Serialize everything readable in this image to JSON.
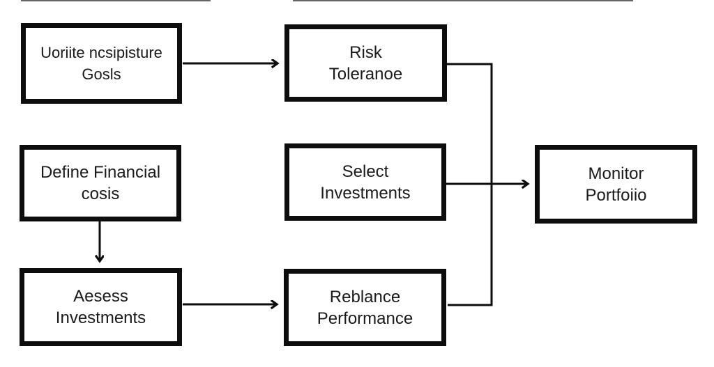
{
  "diagram": {
    "background_color": "#ffffff",
    "line_color": "#0d0d0d",
    "text_color": "#1a1a1a",
    "nodes": [
      {
        "id": "goals",
        "line1": "Uoriite ncsipisture",
        "line2": "Gosls"
      },
      {
        "id": "risk-tolerance",
        "line1": "Risk",
        "line2": "Toleranoe"
      },
      {
        "id": "define-financial",
        "line1": "Define Financial",
        "line2": "cosis"
      },
      {
        "id": "select-investments",
        "line1": "Select",
        "line2": "Investments"
      },
      {
        "id": "monitor-portfolio",
        "line1": "Monitor",
        "line2": "Portfoiio"
      },
      {
        "id": "assess-investments",
        "line1": "Aesess",
        "line2": "Investments"
      },
      {
        "id": "rebalance-performance",
        "line1": "Reblance",
        "line2": "Performance"
      }
    ],
    "edges": [
      {
        "from": "goals",
        "to": "risk-tolerance",
        "arrow": true,
        "shape": "straight-horizontal"
      },
      {
        "from": "define-financial",
        "to": "assess-investments",
        "arrow": true,
        "shape": "straight-vertical"
      },
      {
        "from": "assess-investments",
        "to": "rebalance-performance",
        "arrow": true,
        "shape": "straight-horizontal"
      },
      {
        "from": "select-investments",
        "to": "monitor-portfolio",
        "arrow": true,
        "shape": "straight-horizontal"
      },
      {
        "from": "risk-tolerance",
        "to": "rebalance-performance",
        "arrow": false,
        "shape": "right-side-bracket"
      }
    ]
  }
}
